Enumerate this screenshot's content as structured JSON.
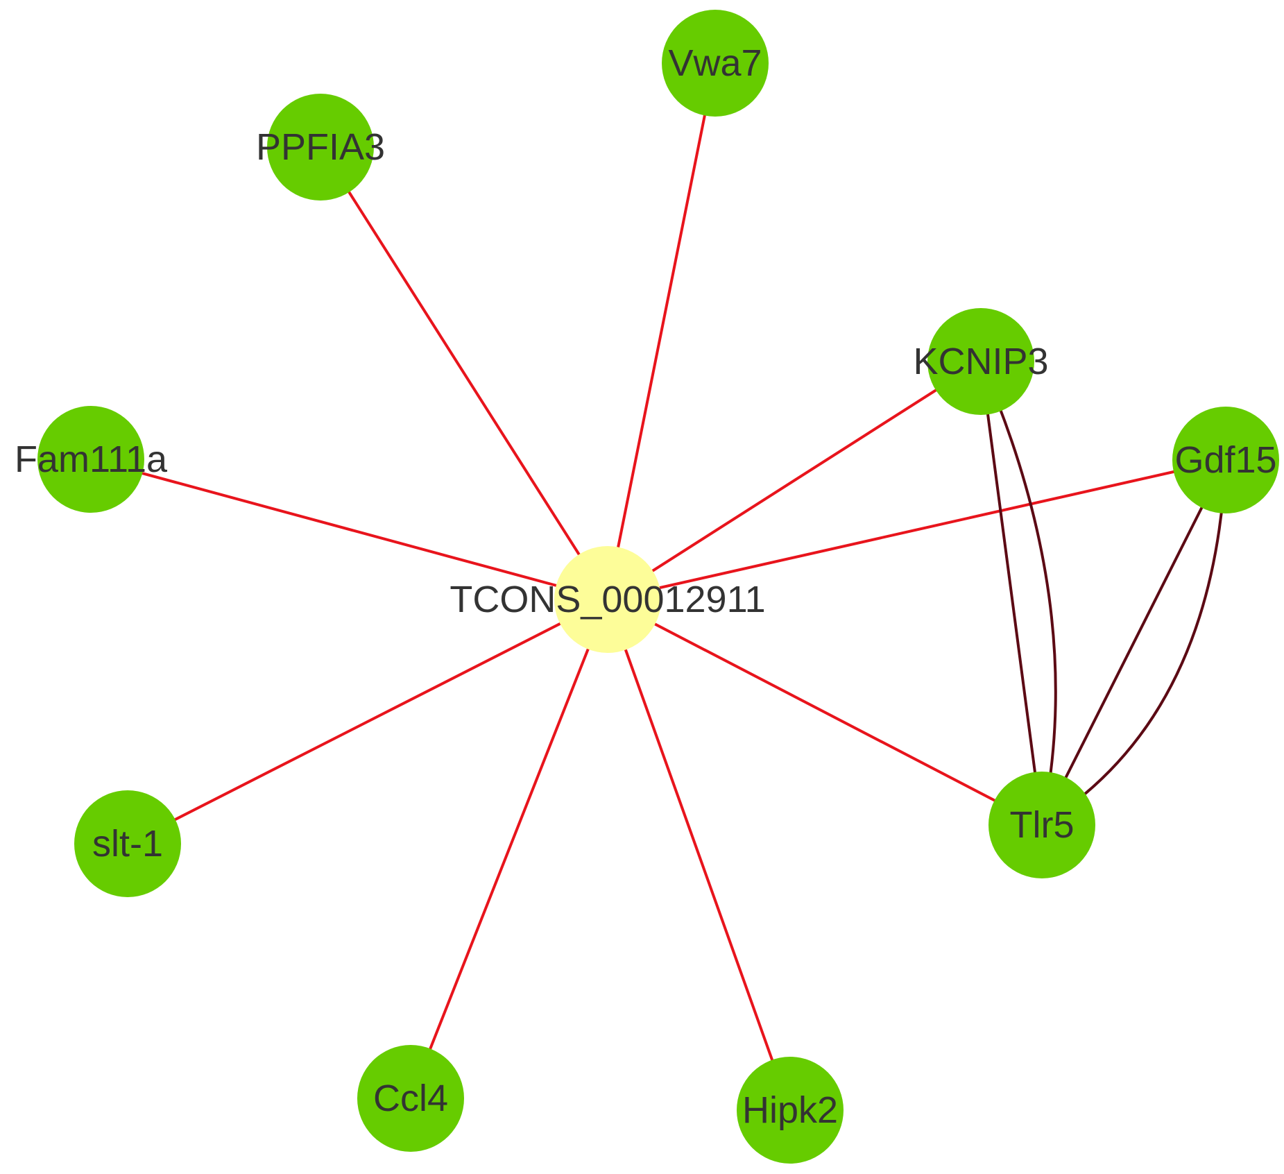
{
  "colors": {
    "background": "#ffffff",
    "hub_node": "#fdfd99",
    "gene_node": "#66cc00",
    "hub_edge": "#e8141c",
    "gene_edge": "#5c0a14",
    "label": "#333333"
  },
  "nodes": [
    {
      "id": "hub",
      "label": "TCONS_00012911",
      "kind": "hub"
    },
    {
      "id": "vwa7",
      "label": "Vwa7",
      "kind": "gene"
    },
    {
      "id": "ppfia3",
      "label": "PPFIA3",
      "kind": "gene"
    },
    {
      "id": "kcnip3",
      "label": "KCNIP3",
      "kind": "gene"
    },
    {
      "id": "fam111a",
      "label": "Fam111a",
      "kind": "gene"
    },
    {
      "id": "gdf15",
      "label": "Gdf15",
      "kind": "gene"
    },
    {
      "id": "slt1",
      "label": "slt-1",
      "kind": "gene"
    },
    {
      "id": "tlr5",
      "label": "Tlr5",
      "kind": "gene"
    },
    {
      "id": "ccl4",
      "label": "Ccl4",
      "kind": "gene"
    },
    {
      "id": "hipk2",
      "label": "Hipk2",
      "kind": "gene"
    }
  ],
  "edges": [
    {
      "from": "hub",
      "to": "vwa7",
      "kind": "hub"
    },
    {
      "from": "hub",
      "to": "ppfia3",
      "kind": "hub"
    },
    {
      "from": "hub",
      "to": "kcnip3",
      "kind": "hub"
    },
    {
      "from": "hub",
      "to": "fam111a",
      "kind": "hub"
    },
    {
      "from": "hub",
      "to": "gdf15",
      "kind": "hub"
    },
    {
      "from": "hub",
      "to": "slt1",
      "kind": "hub"
    },
    {
      "from": "hub",
      "to": "tlr5",
      "kind": "hub"
    },
    {
      "from": "hub",
      "to": "ccl4",
      "kind": "hub"
    },
    {
      "from": "hub",
      "to": "hipk2",
      "kind": "hub"
    },
    {
      "from": "kcnip3",
      "to": "tlr5",
      "kind": "gene",
      "shape": "straight"
    },
    {
      "from": "kcnip3",
      "to": "tlr5",
      "kind": "gene",
      "shape": "curved"
    },
    {
      "from": "gdf15",
      "to": "tlr5",
      "kind": "gene",
      "shape": "straight"
    },
    {
      "from": "gdf15",
      "to": "tlr5",
      "kind": "gene",
      "shape": "curved"
    }
  ]
}
